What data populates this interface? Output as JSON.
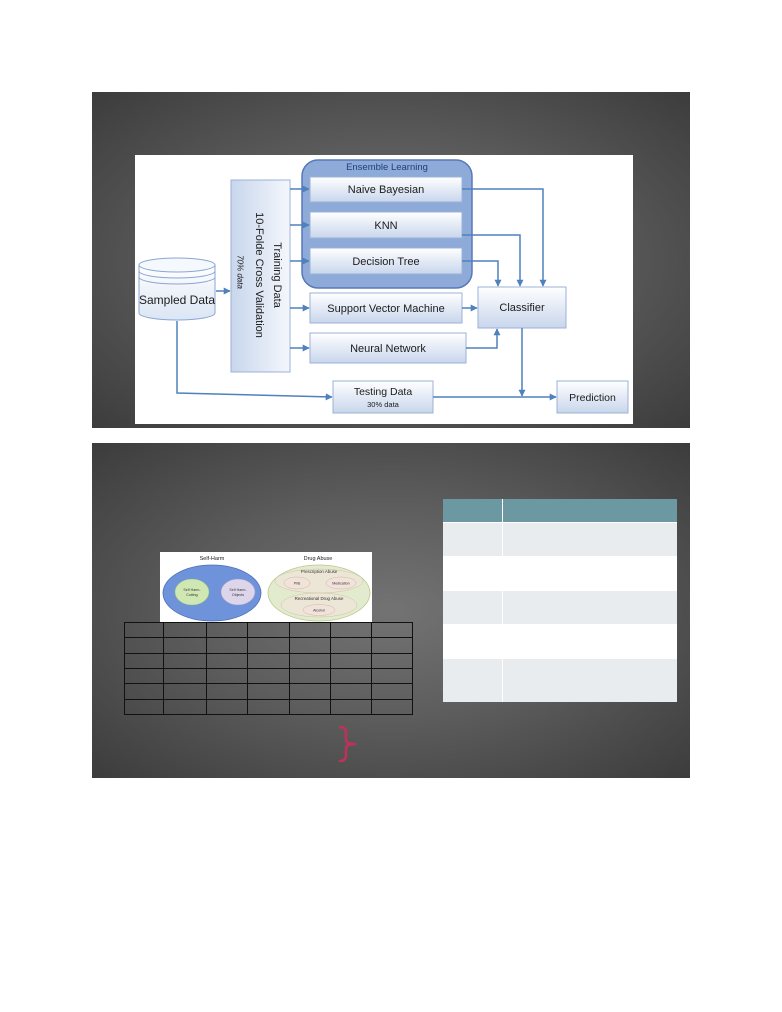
{
  "colors": {
    "arrow": "#4f81bd",
    "ensemble_fill": "#8eaad8",
    "table_header": "#6b98a1",
    "table_row_alt": "#e9ecef",
    "brace": "#c2305a"
  },
  "slide1": {
    "sampled_data": "Sampled Data",
    "training_data": {
      "title": "Training Data",
      "method": "10-Folde Cross Validation",
      "split": "70% data"
    },
    "ensemble": {
      "title": "Ensemble Learning",
      "models": [
        "Naive Bayesian",
        "KNN",
        "Decision Tree"
      ]
    },
    "other_models": [
      "Support Vector Machine",
      "Neural Network"
    ],
    "classifier": "Classifier",
    "testing_data": {
      "title": "Testing Data",
      "split": "30% data"
    },
    "prediction": "Prediction"
  },
  "slide2": {
    "venn": {
      "self_harm": {
        "title": "Self-Harm",
        "items": [
          {
            "lines": [
              "Self Harm-",
              "Cutting"
            ]
          },
          {
            "lines": [
              "Self Harm-",
              "Objects"
            ]
          }
        ]
      },
      "drug_abuse": {
        "title": "Drug Abuse",
        "prescription": {
          "title": "Prescription Abuse",
          "items": [
            "Pills",
            "Medication"
          ]
        },
        "recreational": {
          "title": "Recreational Drug Abuse",
          "items": [
            "Alcohol"
          ]
        }
      }
    }
  }
}
